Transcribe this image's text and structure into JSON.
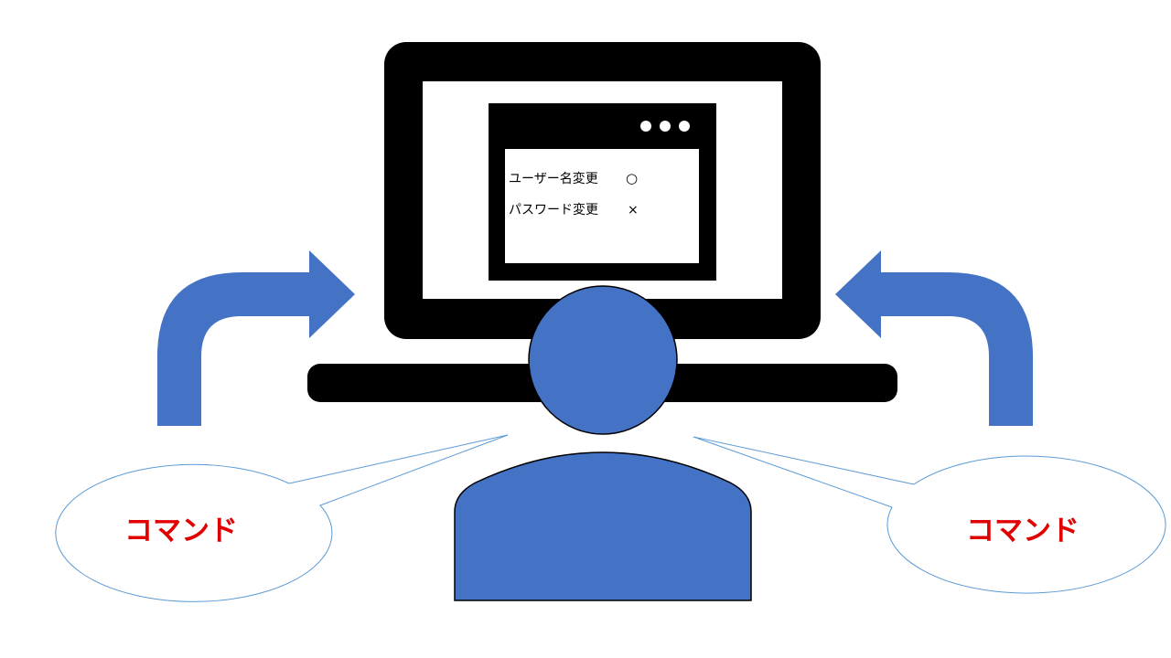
{
  "screen_window": {
    "rows": [
      {
        "label": "ユーザー名変更",
        "status": "○"
      },
      {
        "label": "パスワード変更",
        "status": "×"
      }
    ]
  },
  "bubbles": {
    "left_label": "コマンド",
    "right_label": "コマンド"
  },
  "colors": {
    "accent_blue": "#4472C4",
    "command_red": "#E00000",
    "bubble_border": "#5B9BD5",
    "device_black": "#000000"
  },
  "icons": {
    "window_controls": "three-dots-icon",
    "person": "user-icon",
    "device": "laptop-icon"
  }
}
